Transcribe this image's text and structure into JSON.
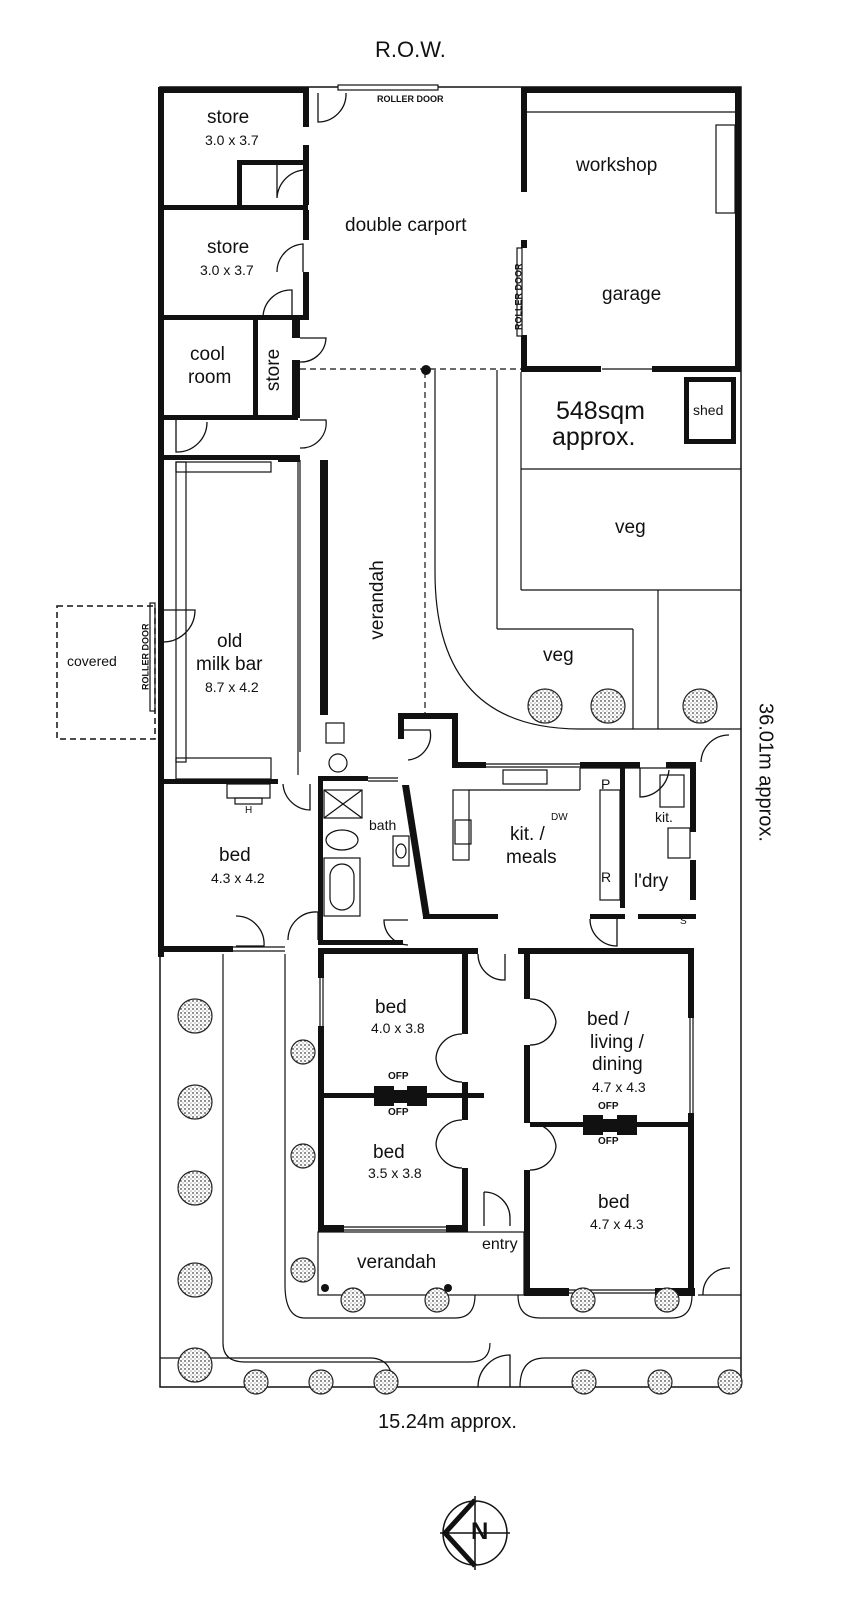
{
  "plan": {
    "top_boundary_label": "R.O.W.",
    "width_label": "15.24m approx.",
    "depth_label": "36.01m approx.",
    "land_area": [
      "548sqm",
      "approx."
    ],
    "compass_label": "N"
  },
  "rooms": {
    "store_1": {
      "name": "store",
      "size": "3.0 x 3.7"
    },
    "store_2": {
      "name": "store",
      "size": "3.0 x 3.7"
    },
    "cool_room": {
      "name": [
        "cool",
        "room"
      ]
    },
    "store_small": {
      "name": "store"
    },
    "double_carport": {
      "name": "double carport"
    },
    "workshop": {
      "name": "workshop"
    },
    "garage": {
      "name": "garage"
    },
    "shed": {
      "name": "shed"
    },
    "veg_1": {
      "name": "veg"
    },
    "veg_2": {
      "name": "veg"
    },
    "verandah_side": {
      "name": "verandah"
    },
    "covered": {
      "name": "covered"
    },
    "old_milk_bar": {
      "name": [
        "old",
        "milk bar"
      ],
      "size": "8.7 x 4.2"
    },
    "bed_1": {
      "name": "bed",
      "size": "4.3 x 4.2"
    },
    "bath": {
      "name": "bath"
    },
    "kit_meals": {
      "name": [
        "kit. /",
        "meals"
      ]
    },
    "kit_small": {
      "name": "kit."
    },
    "laundry": {
      "name": "l'dry"
    },
    "bed_2": {
      "name": "bed",
      "size": "4.0 x 3.8"
    },
    "bed_3": {
      "name": "bed",
      "size": "3.5 x 3.8"
    },
    "bed_living_dining": {
      "name": [
        "bed /",
        "living /",
        "dining"
      ],
      "size": "4.7 x 4.3"
    },
    "bed_4": {
      "name": "bed",
      "size": "4.7 x 4.3"
    },
    "verandah_front": {
      "name": "verandah"
    },
    "entry": {
      "name": "entry"
    }
  },
  "annotations": {
    "roller_door": "ROLLER DOOR",
    "ofp": "OFP",
    "dishwasher": "DW",
    "pantry": "P",
    "fridge": "R",
    "heater": "H",
    "sink": "S"
  }
}
